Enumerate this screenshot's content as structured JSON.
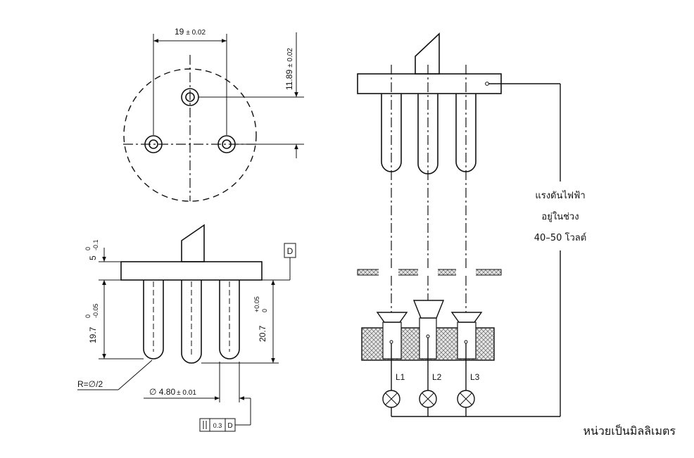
{
  "dimensions": {
    "top_width": "19",
    "top_width_tol": "± 0.02",
    "top_height": "11.89",
    "top_height_tol": "± 0.02",
    "flange_thickness": "5",
    "flange_thickness_tol_upper": "0",
    "flange_thickness_tol_lower": "-0.1",
    "short_pin_length": "19.7",
    "short_pin_tol_upper": "0",
    "short_pin_tol_lower": "-0.05",
    "long_pin_length": "20.7",
    "long_pin_tol_upper": "+0.05",
    "long_pin_tol_lower": "0",
    "tip_radius": "R=∅/2",
    "pin_diameter": "∅ 4.80",
    "pin_diameter_tol": "± 0.01"
  },
  "datum": {
    "label": "D",
    "tolerance_symbol": "||",
    "tolerance_value": "0.3",
    "tolerance_datum": "D"
  },
  "lamps": [
    "L1",
    "L2",
    "L3"
  ],
  "voltage_note": [
    "แรงดันไฟฟ้า",
    "อยู่ในช่วง",
    "40–50 โวลต์"
  ],
  "units_note": "หน่วยเป็นมิลลิเมตร"
}
